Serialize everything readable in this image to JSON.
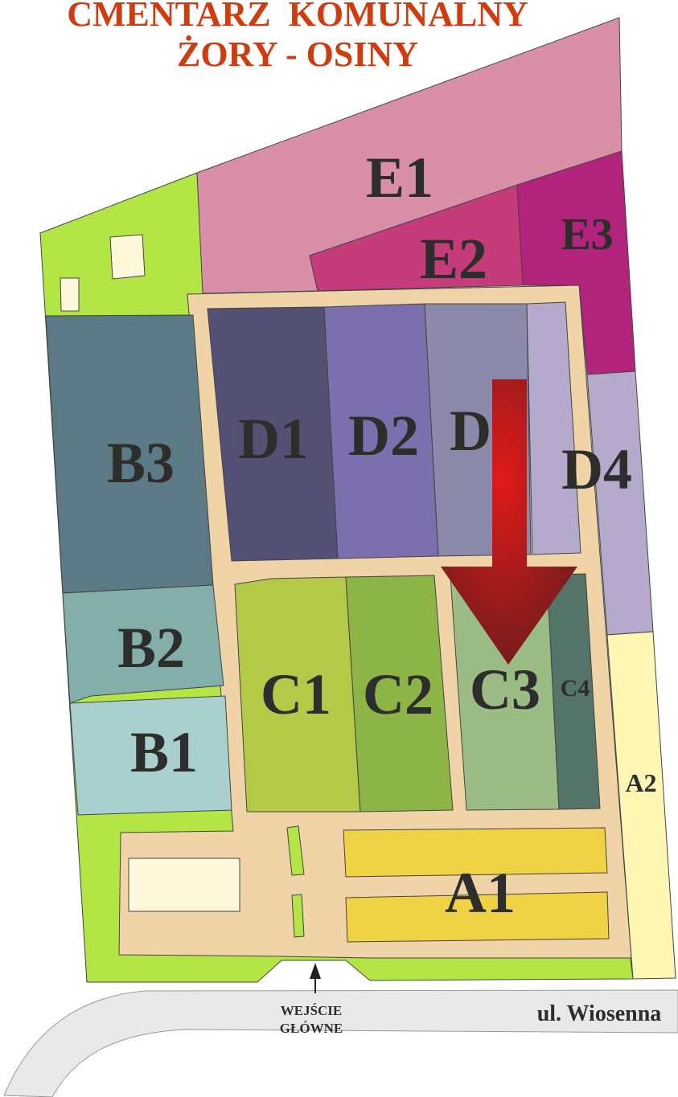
{
  "title": {
    "line1": "CMENTARZ  KOMUNALNY",
    "line2": "ŻORY - OSINY",
    "color": "#d13b10"
  },
  "sections": {
    "E1": "E1",
    "E2": "E2",
    "E3": "E3",
    "D1": "D1",
    "D2": "D2",
    "D": "D",
    "D4": "D4",
    "B3": "B3",
    "B2": "B2",
    "B1": "B1",
    "C1": "C1",
    "C2": "C2",
    "C3": "C3",
    "C4": "C4",
    "A1": "A1",
    "A2": "A2"
  },
  "entrance": {
    "line1": "WEJŚCIE",
    "line2": "GŁÓWNE"
  },
  "street": "ul. Wiosenna",
  "icons": {
    "direction_arrow": "red-down-arrow-icon",
    "entrance_arrow": "up-arrow-icon"
  },
  "colors": {
    "green": "#b3e645",
    "tan": "#f0d3a6",
    "E1": "#d98fa7",
    "E2": "#c43c7a",
    "E3": "#b2237c",
    "D1": "#535073",
    "D2": "#7b70ad",
    "D": "#8c89ab",
    "D4": "#b5aacb",
    "B3": "#5b7a85",
    "B2": "#83aea9",
    "B1": "#a9cfcf",
    "C1": "#b5c948",
    "C2": "#8db446",
    "C3": "#9bbc85",
    "C4": "#557469",
    "A1": "#f0d245",
    "A2": "#fef7b4",
    "building": "#fff8dc",
    "road": "#e9e9e9"
  }
}
